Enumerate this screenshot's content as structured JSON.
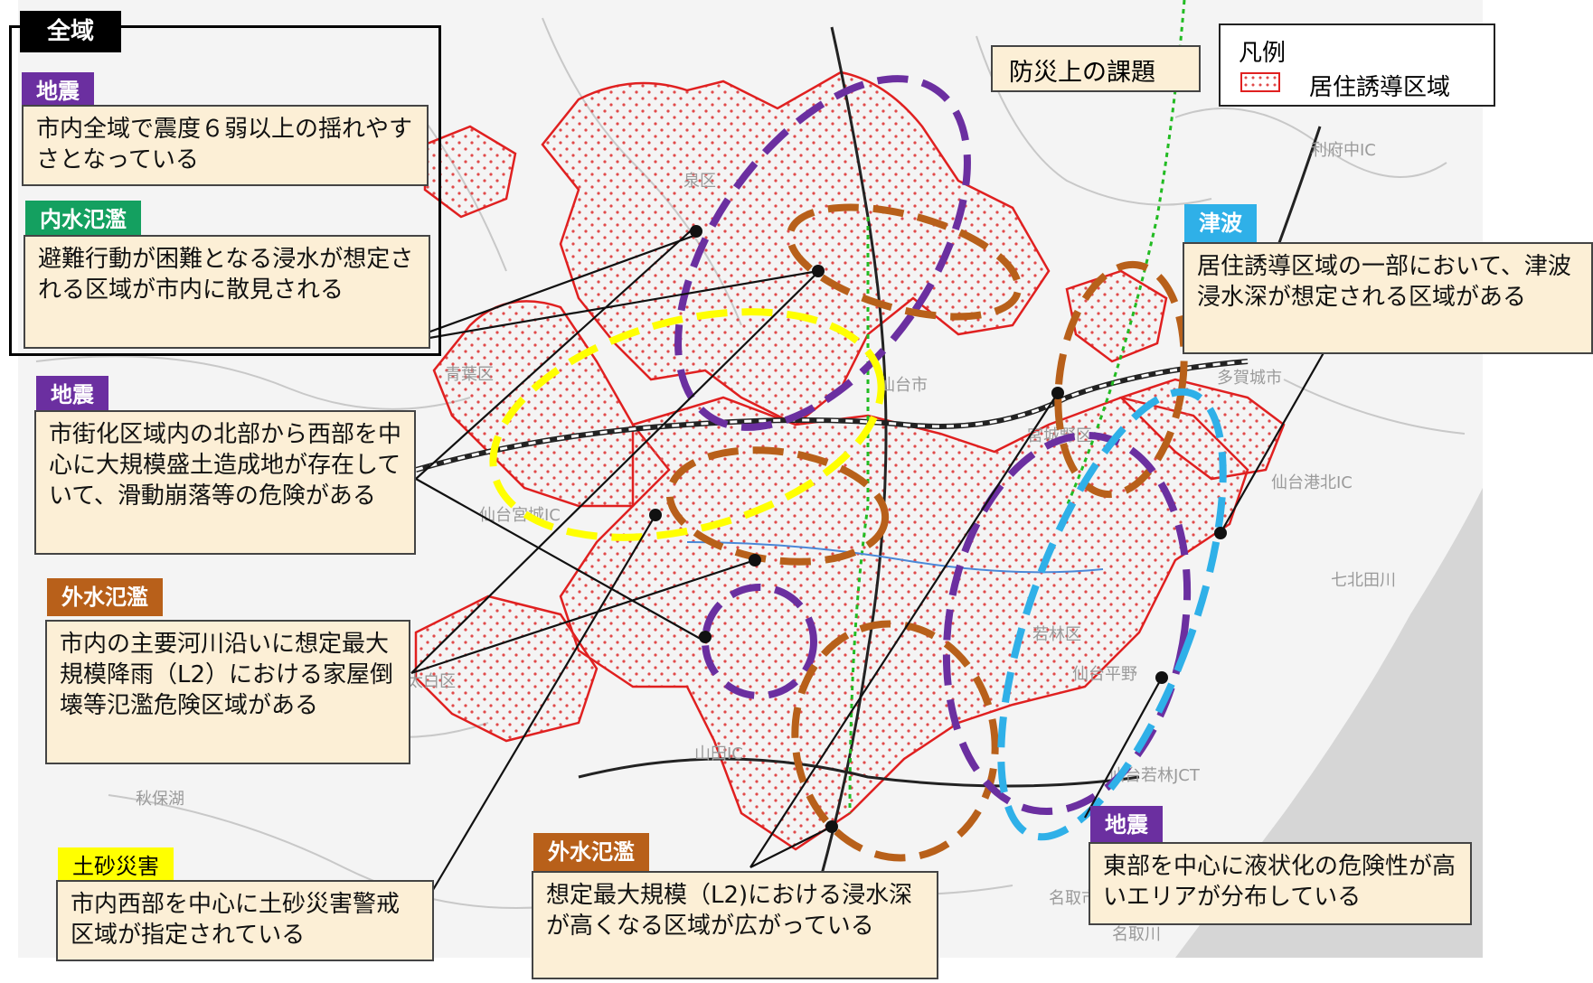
{
  "title": "防災上の課題",
  "legend": {
    "heading": "凡例",
    "item_label": "居住誘導区域",
    "item_color": "#e02020"
  },
  "colors": {
    "earthquake": "#6b2fa0",
    "inland_flood": "#14a060",
    "river_flood": "#b8601a",
    "tsunami": "#2fb0e8",
    "sediment": "#ffff00",
    "residential_zone": "#e02020"
  },
  "map_labels": [
    "泉区",
    "青葉区",
    "宮城野区",
    "若林区",
    "太白区",
    "仙台市",
    "多賀城市",
    "名取市",
    "仙台平野",
    "七北田川",
    "名取川",
    "秋保湖",
    "山田IC",
    "仙台若林JCT",
    "仙台港北IC",
    "利府中IC",
    "仙台宮城IC"
  ],
  "zen_tag": "全域",
  "callouts": [
    {
      "id": "eq-all",
      "tag": "地震",
      "text": "市内全域で震度６弱以上の揺れやすさとなっている"
    },
    {
      "id": "inland",
      "tag": "内水氾濫",
      "text": "避難行動が困難となる浸水が想定される区域が市内に散見される"
    },
    {
      "id": "eq-west",
      "tag": "地震",
      "text": "市街化区域内の北部から西部を中心に大規模盛土造成地が存在していて、滑動崩落等の危険がある"
    },
    {
      "id": "river-1",
      "tag": "外水氾濫",
      "text": "市内の主要河川沿いに想定最大規模降雨（L2）における家屋倒壊等氾濫危険区域がある"
    },
    {
      "id": "sediment",
      "tag": "土砂災害",
      "text": "市内西部を中心に土砂災害警戒区域が指定されている"
    },
    {
      "id": "river-2",
      "tag": "外水氾濫",
      "text": "想定最大規模（L2)における浸水深が高くなる区域が広がっている"
    },
    {
      "id": "tsunami",
      "tag": "津波",
      "text": "居住誘導区域の一部において、津波浸水深が想定される区域がある"
    },
    {
      "id": "eq-east",
      "tag": "地震",
      "text": "東部を中心に液状化の危険性が高いエリアが分布している"
    }
  ]
}
